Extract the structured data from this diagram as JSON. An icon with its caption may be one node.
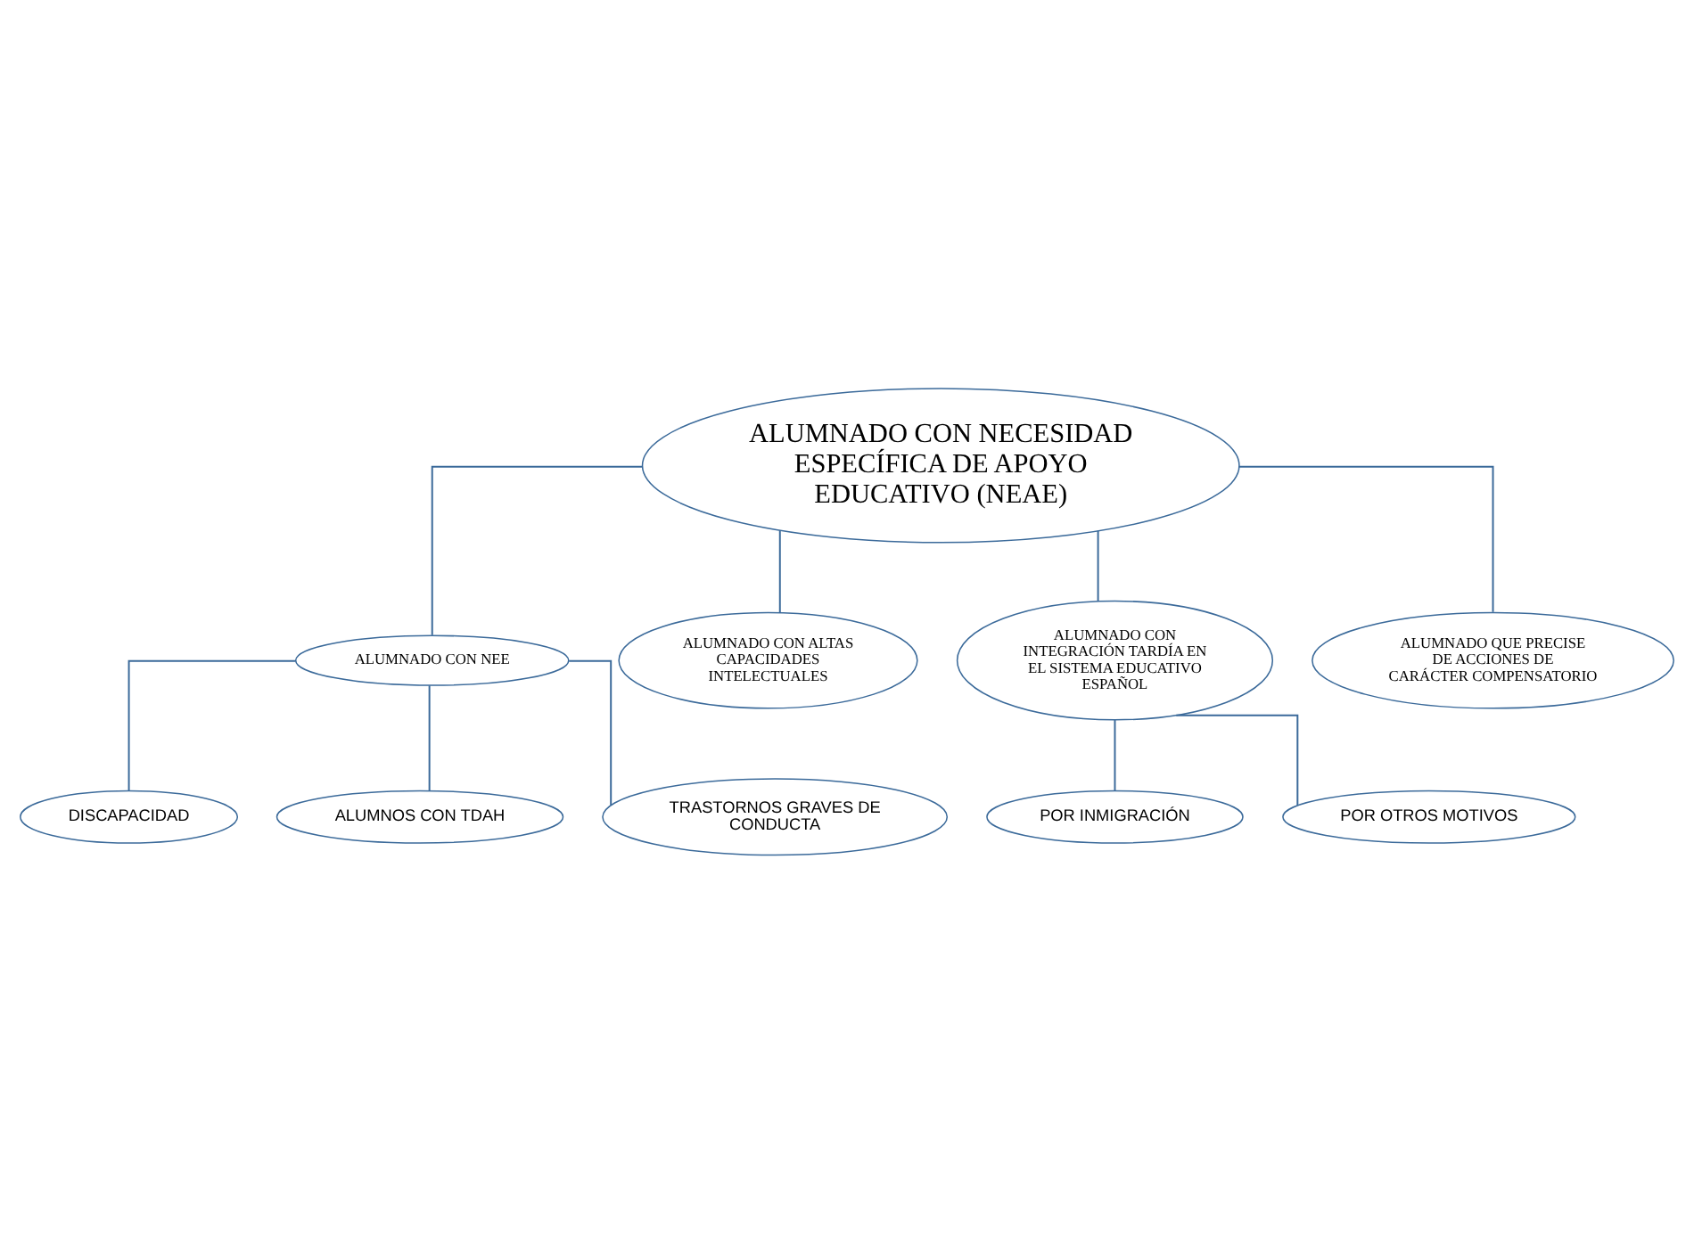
{
  "diagram": {
    "nodes": [
      {
        "text": [
          "ALUMNADO CON NECESIDAD ESPECÍFICA DE APOYO EDUCATIVO (NEAE)"
        ]
      },
      {
        "text": [
          "ALUMNADO CON NEE"
        ]
      },
      {
        "text": [
          "ALUMNADO CON ALTAS CAPACIDADES INTELECTUALES"
        ]
      },
      {
        "text": [
          "ALUMNADO CON INTEGRACIÓN TARDÍA EN EL SISTEMA EDUCATIVO ESPAÑOL"
        ]
      },
      {
        "text": [
          "ALUMNADO QUE PRECISE DE ACCIONES DE CARÁCTER COMPENSATORIO"
        ]
      },
      {
        "text": [
          "DISCAPACIDAD"
        ]
      },
      {
        "text": [
          "ALUMNOS CON TDAH"
        ]
      },
      {
        "text": [
          "TRASTORNOS GRAVES DE CONDUCTA"
        ]
      },
      {
        "text": [
          "POR INMIGRACIÓN"
        ]
      },
      {
        "text": [
          "POR OTROS MOTIVOS"
        ]
      }
    ],
    "edges": [
      {
        "from": 0,
        "to": 1,
        "arrow": "none"
      },
      {
        "from": 0,
        "to": 2,
        "arrow": "none"
      },
      {
        "from": 0,
        "to": 3,
        "arrow": "none"
      },
      {
        "from": 0,
        "to": 4,
        "arrow": "none"
      },
      {
        "from": 1,
        "to": 5,
        "arrow": "none"
      },
      {
        "from": 1,
        "to": 6,
        "arrow": "none"
      },
      {
        "from": 1,
        "to": 7,
        "arrow": "none"
      },
      {
        "from": 3,
        "to": 8,
        "arrow": "none"
      },
      {
        "from": 3,
        "to": 9,
        "arrow": "none"
      }
    ]
  }
}
